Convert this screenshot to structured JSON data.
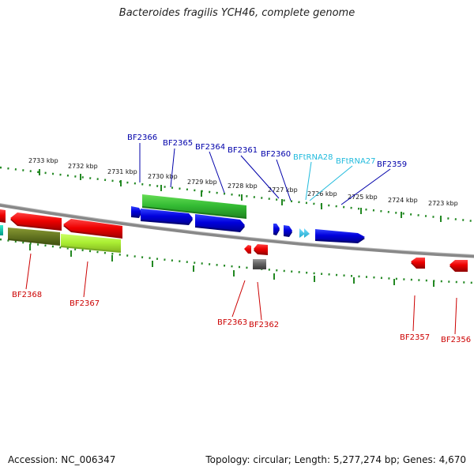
{
  "title": "Bacteroides fragilis YCH46, complete genome",
  "footer": {
    "accession": "Accession: NC_006347",
    "summary": "Topology: circular; Length: 5,277,274 bp; Genes: 4,670"
  },
  "scale_labels": [
    "2733 kbp",
    "2732 kbp",
    "2731 kbp",
    "2730 kbp",
    "2729 kbp",
    "2728 kbp",
    "2727 kbp",
    "2726 kbp",
    "2725 kbp",
    "2724 kbp",
    "2723 kbp"
  ],
  "gene_labels_top": [
    {
      "name": "BF2366",
      "color": "#0000aa"
    },
    {
      "name": "BF2365",
      "color": "#0000aa"
    },
    {
      "name": "BF2364",
      "color": "#0000aa"
    },
    {
      "name": "BF2361",
      "color": "#0000aa"
    },
    {
      "name": "BF2360",
      "color": "#0000aa"
    },
    {
      "name": "BFtRNA28",
      "color": "#22bbdd"
    },
    {
      "name": "BFtRNA27",
      "color": "#22bbdd"
    },
    {
      "name": "BF2359",
      "color": "#0000aa"
    }
  ],
  "gene_labels_bottom": [
    {
      "name": "BF2368",
      "color": "#cc0000"
    },
    {
      "name": "BF2367",
      "color": "#cc0000"
    },
    {
      "name": "BF2363",
      "color": "#cc0000"
    },
    {
      "name": "BF2362",
      "color": "#cc0000"
    },
    {
      "name": "BF2357",
      "color": "#cc0000"
    },
    {
      "name": "BF2356",
      "color": "#cc0000"
    }
  ],
  "colors": {
    "forward_gene": "#0000dd",
    "reverse_gene": "#ee0000",
    "trna": "#33ccee",
    "green_feature": "#33bb33",
    "olive_feature": "#667722",
    "lime_feature": "#aaee33",
    "grey_feature": "#666666",
    "teal_feature": "#00ccaa",
    "backbone": "#888888",
    "ticks": "#228822"
  }
}
